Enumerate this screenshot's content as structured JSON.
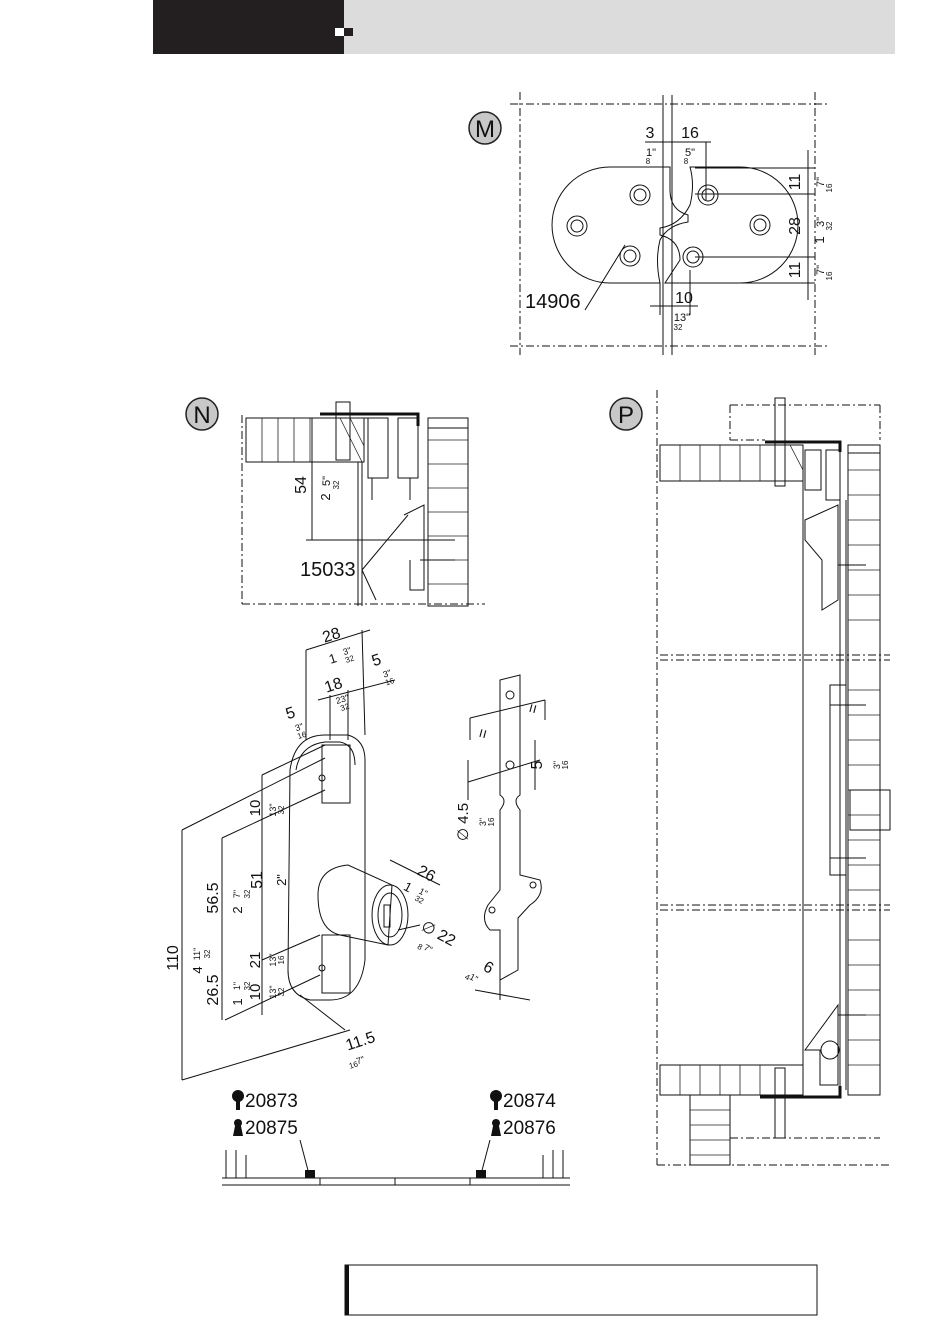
{
  "header": {
    "colors": {
      "dark": "#231f20",
      "light": "#dcdcdc"
    }
  },
  "views": {
    "m": {
      "badge": "M",
      "dims": {
        "d3": "3",
        "d3_in": "1\"",
        "d3_in_den": "8",
        "d16": "16",
        "d16_in": "5\"",
        "d16_in_den": "8",
        "d11a": "11",
        "d11a_in": "7\"",
        "d11a_den": "16",
        "d28": "28",
        "d28_in_whole": "1",
        "d28_in": "3\"",
        "d28_den": "32",
        "d11b": "11",
        "d11b_in": "7\"",
        "d11b_den": "16",
        "d10": "10",
        "d10_in": "13\"",
        "d10_den": "32"
      },
      "part": "14906"
    },
    "n": {
      "badge": "N",
      "dims": {
        "d54": "54",
        "d54_whole": "2",
        "d54_num": "5\"",
        "d54_den": "32"
      },
      "part": "15033"
    },
    "p": {
      "badge": "P"
    }
  },
  "lock": {
    "dims": {
      "d28": "28",
      "d28_whole": "1",
      "d28_num": "3\"",
      "d28_den": "32",
      "d18": "18",
      "d18_num": "23\"",
      "d18_den": "32",
      "d5a": "5",
      "d5a_num": "3\"",
      "d5a_den": "16",
      "d5b": "5",
      "d5b_num": "3\"",
      "d5b_den": "16",
      "d10a": "10",
      "d10a_num": "13\"",
      "d10a_den": "32",
      "d565": "56.5",
      "d565_whole": "2",
      "d565_num": "7\"",
      "d565_den": "32",
      "d51": "51",
      "d51_in": "2\"",
      "d110": "110",
      "d110_whole": "4",
      "d110_num": "11\"",
      "d110_den": "32",
      "d21": "21",
      "d21_num": "13\"",
      "d21_den": "16",
      "d265": "26.5",
      "d265_whole": "1",
      "d265_num": "1\"",
      "d265_den": "32",
      "d10b": "10",
      "d10b_num": "13\"",
      "d10b_den": "32",
      "d26": "26",
      "d26_whole": "1",
      "d26_num": "1\"",
      "d26_den": "32",
      "d22": "∅ 22",
      "d22_num": "7\"",
      "d22_den": "8",
      "d115": "11.5",
      "d115_num": "7\"",
      "d115_den": "16"
    }
  },
  "plate": {
    "dims": {
      "eq": "=",
      "d5": "5",
      "d5_num": "3\"",
      "d5_den": "16",
      "d45": "∅ 4.5",
      "d45_num": "3\"",
      "d45_den": "16",
      "d6": "6",
      "d6_num": "1\"",
      "d6_den": "4"
    }
  },
  "parts": [
    {
      "icon": "key-icon",
      "code": "20873"
    },
    {
      "icon": "keyhole-icon",
      "code": "20875"
    },
    {
      "icon": "key-icon",
      "code": "20874"
    },
    {
      "icon": "keyhole-icon",
      "code": "20876"
    }
  ]
}
